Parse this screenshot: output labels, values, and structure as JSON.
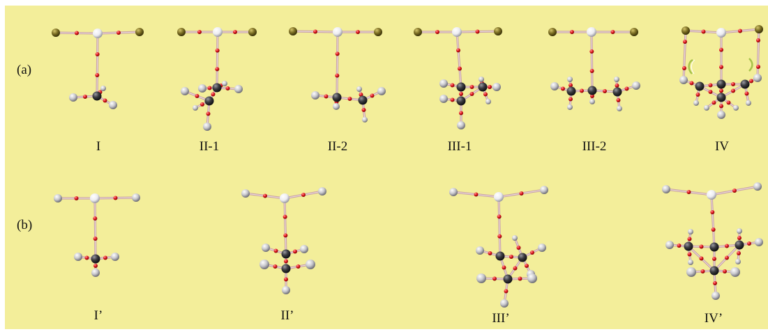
{
  "rows": [
    {
      "label": "(a)"
    },
    {
      "label": "(b)"
    }
  ],
  "structures": [
    {
      "label": "I"
    },
    {
      "label": "II-1"
    },
    {
      "label": "II-2"
    },
    {
      "label": "III-1"
    },
    {
      "label": "III-2"
    },
    {
      "label": "IV"
    },
    {
      "label": "I’"
    },
    {
      "label": "II’"
    },
    {
      "label": "III’"
    },
    {
      "label": "IV’"
    }
  ],
  "colors": {
    "panel_background": "#f3ee9a",
    "bond": "#c9a2a4",
    "oxygen": "#e0151b",
    "gray_atom": "#c7c7cc",
    "center_atom": "#ececf1",
    "dark_atom": "#3b3b40",
    "olive_atom": "#786b22",
    "shell_arrow": "#a7c24a"
  }
}
